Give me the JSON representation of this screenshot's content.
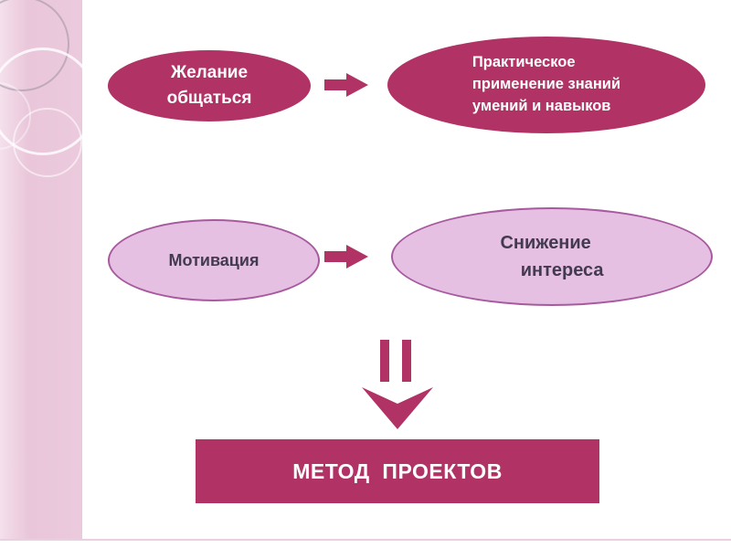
{
  "shapes": {
    "desire": {
      "label": "Желание\nобщаться"
    },
    "practice": {
      "label": "Практическое\nприменение знаний\nумений и навыков"
    },
    "motivation": {
      "label": "Мотивация"
    },
    "interest_decline": {
      "label": "Снижение\n    интереса"
    },
    "method": {
      "label": "МЕТОД  ПРОЕКТОВ"
    }
  },
  "icons": {
    "arrow_right_top": "right-arrow",
    "arrow_right_middle": "right-arrow",
    "equals_bars": "double-vertical-bars",
    "arrow_down": "chevron-down-arrow"
  },
  "colors": {
    "dark_shape_fill": "#b13366",
    "light_shape_fill": "#e5c0e3",
    "light_shape_border": "#a85a9e",
    "dark_text": "#443a50",
    "white_text": "#ffffff",
    "sidebar_pink": "#eccade",
    "background": "#ffffff"
  }
}
